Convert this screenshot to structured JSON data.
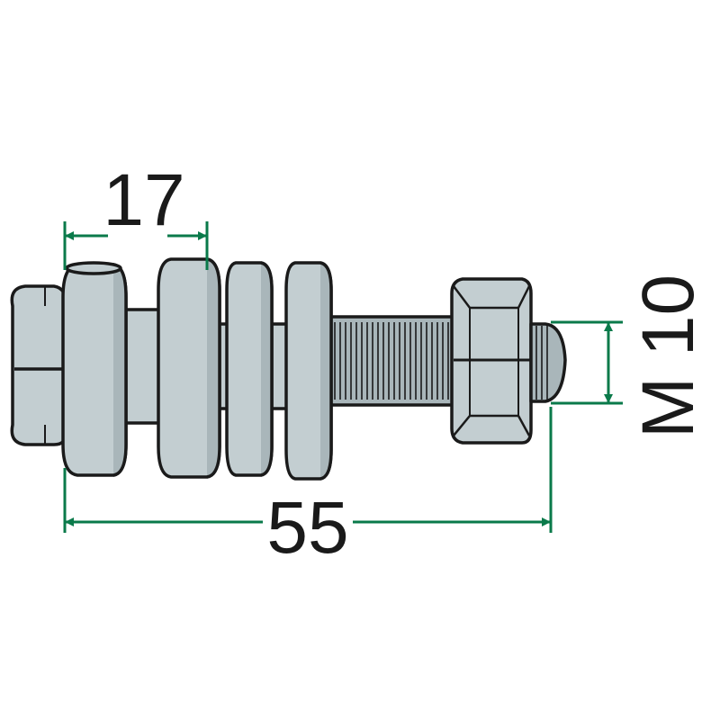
{
  "dimensions": {
    "width_label": "17",
    "length_label": "55",
    "thread_label": "M 10"
  },
  "colors": {
    "part_fill": "#c3ced1",
    "part_fill_dark": "#a9b6ba",
    "outline": "#1a1a1a",
    "dimension_line": "#0a7a4a",
    "background": "#ffffff"
  }
}
